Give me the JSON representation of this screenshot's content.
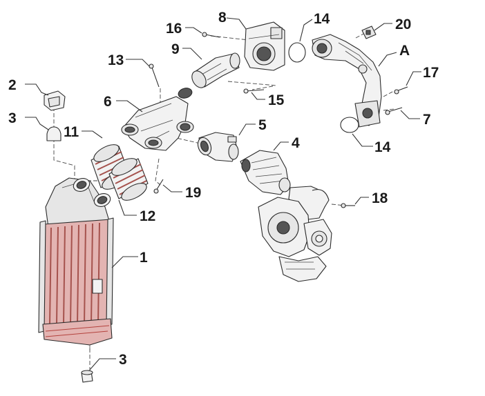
{
  "callouts": {
    "c1": "1",
    "c2": "2",
    "c3a": "3",
    "c3b": "3",
    "c4": "4",
    "c5": "5",
    "c6": "6",
    "c7": "7",
    "c8": "8",
    "c9": "9",
    "c11": "11",
    "c12": "12",
    "c13": "13",
    "c14a": "14",
    "c14b": "14",
    "c15": "15",
    "c16": "16",
    "c17": "17",
    "c18": "18",
    "c19": "19",
    "c20": "20",
    "cA": "A"
  },
  "colors": {
    "intercooler_core": "#e3b4b2",
    "core_lines": "#b3413c",
    "hose_rings": "#c0504d"
  }
}
